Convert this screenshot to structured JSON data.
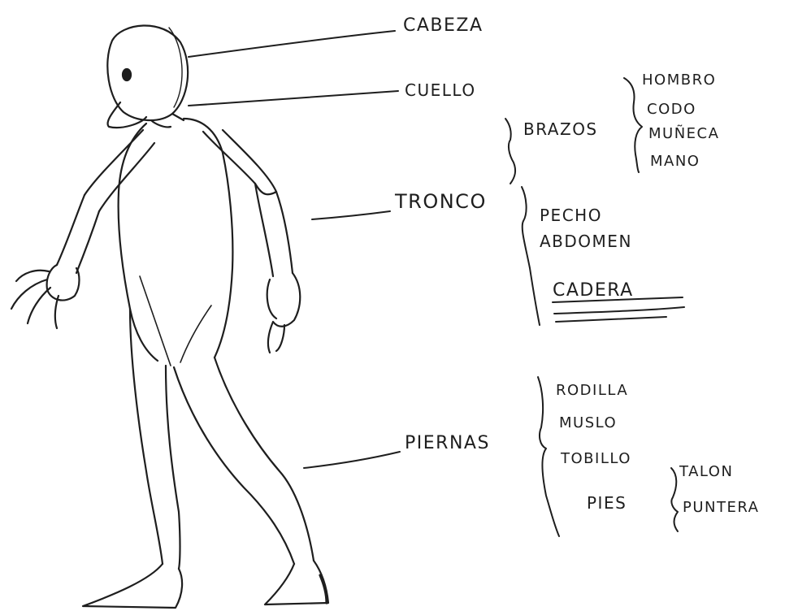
{
  "colors": {
    "ink": "#1e1e1e",
    "paper": "#ffffff"
  },
  "labels": {
    "cabeza": "CABEZA",
    "cuello": "CUELLO",
    "tronco": "TRONCO",
    "piernas": "PIERNAS",
    "brazos": "BRAZOS",
    "hombro": "HOMBRO",
    "codo": "CODO",
    "muneca": "MUÑECA",
    "mano": "MANO",
    "pecho": "PECHO",
    "abdomen": "ABDOMEN",
    "cadera": "CADERA",
    "rodilla": "RODILLA",
    "muslo": "MUSLO",
    "tobillo": "TOBILLO",
    "pies": "PIES",
    "talon": "TALON",
    "puntera": "PUNTERA"
  }
}
